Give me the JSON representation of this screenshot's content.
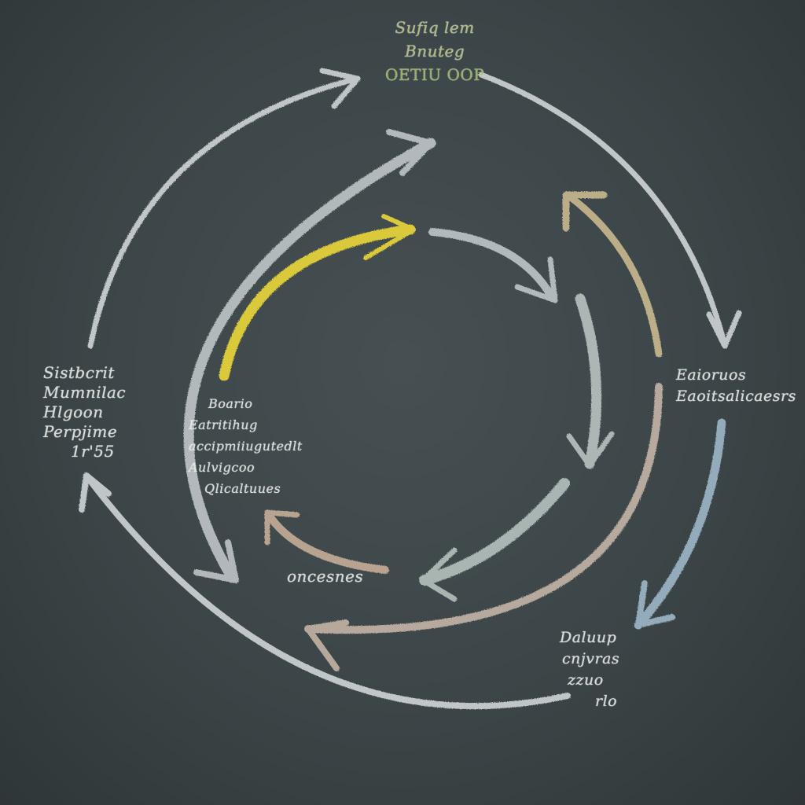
{
  "diagram": {
    "type": "cycle",
    "labels": {
      "top": [
        "Sufiq lem",
        "Bnuteg",
        "OETIU OOP"
      ],
      "left": [
        "Sistbcrit",
        "Mumnilac",
        "Hlgoon",
        "Perpjime",
        "1r'55"
      ],
      "center": [
        "Boario",
        "Eatritihug",
        "accipmiiugutedlt",
        "Aulvigcoo",
        "Qlicaltuues"
      ],
      "right": [
        "Eaioruos",
        "Eaoitsalicaesrs"
      ],
      "bottom_right": [
        "Daluup",
        "cnjvras",
        "zzuo",
        "rlo"
      ],
      "bottom_center": "oncesnes"
    },
    "colors": {
      "board": "#3b4446",
      "chalk_white": "#d8dcdc",
      "chalk_yellow": "#d9c93a",
      "chalk_tan": "#c9b99a",
      "chalk_blue": "#9fb7c8"
    }
  }
}
